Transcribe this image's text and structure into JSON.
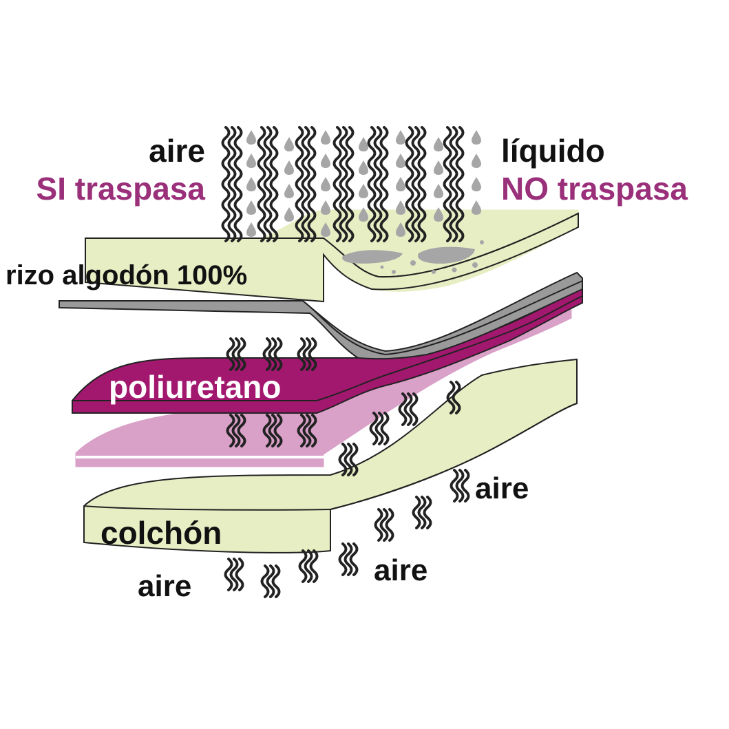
{
  "labels": {
    "air_top": "aire",
    "air_passes": "SI traspasa",
    "liquid": "líquido",
    "liquid_blocked": "NO traspasa",
    "cotton": "rizo algodón 100%",
    "polyurethane": "poliuretano",
    "mattress": "colchón",
    "air_right": "aire",
    "air_bottom_left": "aire",
    "air_bottom_mid": "aire"
  },
  "colors": {
    "cotton_layer": "#e7eec4",
    "grey_layer": "#9a9a9a",
    "polyurethane_layer": "#a3186f",
    "pink_layer": "#d9a0c8",
    "mattress_layer": "#e7eec4",
    "accent_text": "#9a2f7a",
    "text": "#111111",
    "drops": "#a6a6a6"
  }
}
